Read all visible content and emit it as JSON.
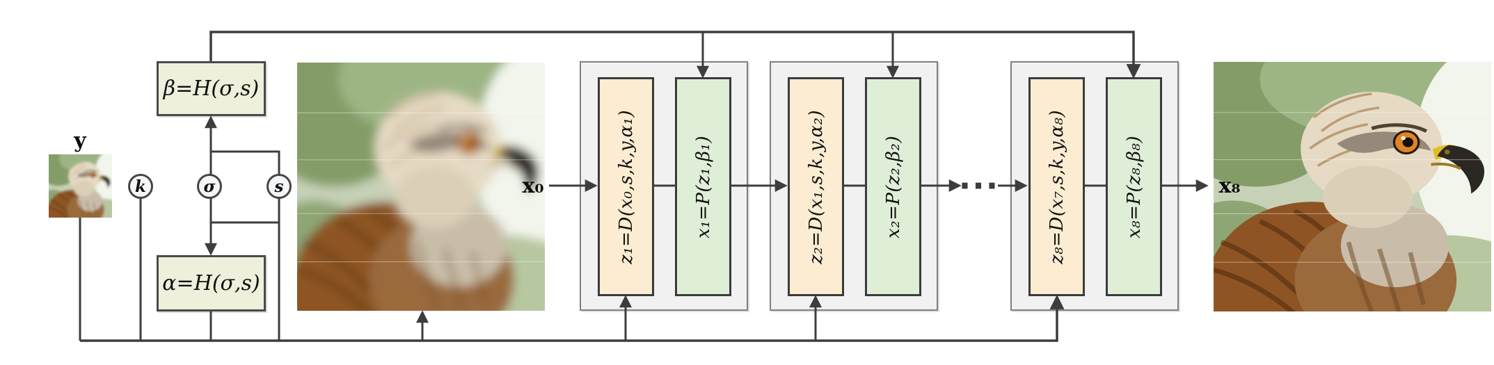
{
  "figure": {
    "labels": {
      "input_lr": "y",
      "initial_estimate": "x₀",
      "final_output": "x₈",
      "ellipsis": "···"
    },
    "parameters": {
      "blur_kernel": "k",
      "noise_level": "σ",
      "scale_factor": "s"
    },
    "hypernetwork": {
      "beta_formula": "β=H(σ,s)",
      "alpha_formula": "α=H(σ,s)"
    },
    "stages": [
      {
        "data_module": "z₁=D(x₀,s,k,y,α₁)",
        "prior_module": "x₁=P(z₁,β₁)"
      },
      {
        "data_module": "z₂=D(x₁,s,k,y,α₂)",
        "prior_module": "x₂=P(z₂,β₂)"
      },
      {
        "data_module": "z₈=D(x₇,s,k,y,α₈)",
        "prior_module": "x₈=P(z₈,β₈)"
      }
    ],
    "colors": {
      "wire": "#3d3d3d",
      "data-fill": "#fbecd2",
      "prior-fill": "#dfeed6",
      "hyper-fill": "#eef0db",
      "stage-fill": "#f1f1f2",
      "stage-border": "#7f7f7f",
      "box-border": "#3b3b3b"
    }
  }
}
